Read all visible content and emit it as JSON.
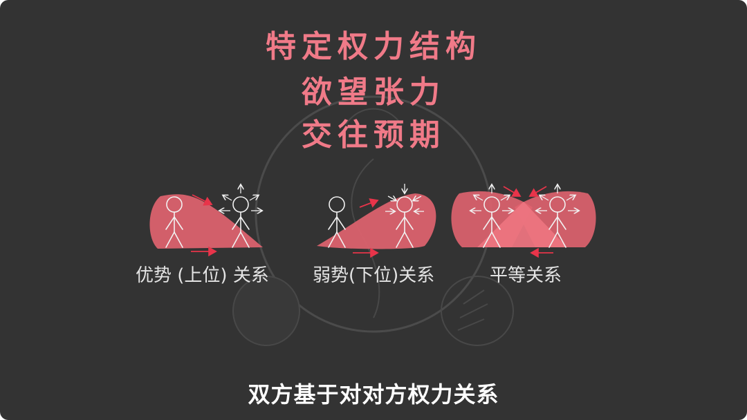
{
  "headline": {
    "line1": "特定权力结构",
    "line2": "欲望张力",
    "line3": "交往预期"
  },
  "relations": [
    {
      "label": "优势 (上位) 关系"
    },
    {
      "label": "弱势(下位)关系"
    },
    {
      "label": "平等关系"
    }
  ],
  "subtitle": "双方基于对对方权力关系",
  "colors": {
    "background": "#333333",
    "accent": "#f07a88",
    "shape_fill": "#e0636f",
    "arrow": "#e8344a",
    "figure_stroke": "#f2f2f2",
    "label_text": "#e4e4e4",
    "subtitle_text": "#ffffff"
  }
}
